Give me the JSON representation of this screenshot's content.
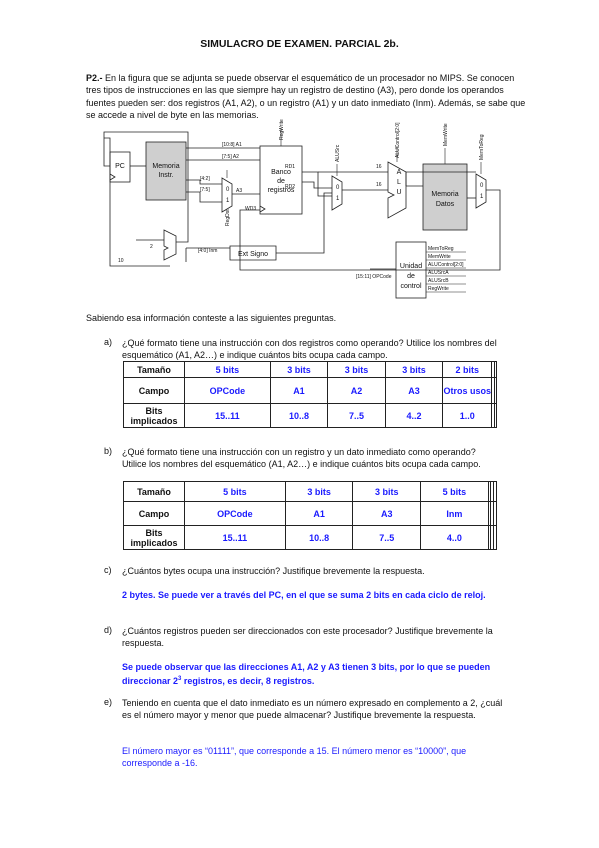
{
  "title": "SIMULACRO DE EXAMEN. PARCIAL 2b.",
  "problem": {
    "label": "P2.-",
    "text": "En la figura que se adjunta se puede observar el esquemático de un procesador no MIPS. Se conocen tres tipos de instrucciones en las que siempre hay un registro de destino (A3), pero donde los operandos fuentes pueden ser: dos registros (A1, A2), o un registro (A1) y un dato inmediato (Inm). Además, se sabe que se accede a nivel de byte en las memorias."
  },
  "diagram": {
    "pc": "PC",
    "mem_instr_1": "Memoria",
    "mem_instr_2": "Instr.",
    "banco_1": "Banco",
    "banco_2": "de",
    "banco_3": "registros",
    "alu_a": "A",
    "alu_l": "L",
    "alu_u": "U",
    "mem_datos_1": "Memoria",
    "mem_datos_2": "Datos",
    "ext_signo": "Ext Signo",
    "unidad_1": "Unidad",
    "unidad_2": "de",
    "unidad_3": "control",
    "mux0": "0",
    "mux1": "1",
    "sig_a1": "[10:8] A1",
    "sig_a2": "[7:5] A2",
    "sig_42": "[4:2]",
    "sig_75": "[7:5]",
    "sig_a3": "A3",
    "sig_rd1": "RD1",
    "sig_rd2": "RD2",
    "sig_wd3": "WD3",
    "sig_inm": "[4:0] Inm",
    "sig_opcode": "[15:11] OPCode",
    "sig_regwrite": "RegWrite",
    "sig_regdst": "RegDst",
    "sig_alusrc": "ALUSrc",
    "sig_alucontrol": "ALUControl[2:0]",
    "sig_memwrite": "MemWrite",
    "sig_memtoreg": "MemToReg",
    "sig_2": "2",
    "sig_10": "10",
    "sig_16": "16",
    "ctrl_outputs": [
      "MemToReg",
      "MemWrite",
      "ALUControl[2:0]",
      "ALUSrcA",
      "ALUSrcB",
      "RegWrite"
    ]
  },
  "intro": "Sabiendo esa información conteste a las siguientes preguntas.",
  "q_a": {
    "letter": "a)",
    "text": "¿Qué formato tiene una instrucción con dos registros como operando? Utilice los nombres del esquemático (A1, A2…) e indique cuántos bits ocupa cada campo.",
    "table": {
      "headers": [
        "Tamaño",
        "Campo",
        "Bits implicados"
      ],
      "tamano": [
        "5 bits",
        "3 bits",
        "3 bits",
        "3 bits",
        "2 bits",
        "",
        ""
      ],
      "campo": [
        "OPCode",
        "A1",
        "A2",
        "A3",
        "Otros usos",
        "",
        ""
      ],
      "bits": [
        "15..11",
        "10..8",
        "7..5",
        "4..2",
        "1..0",
        "",
        ""
      ]
    }
  },
  "q_b": {
    "letter": "b)",
    "text": "¿Qué formato tiene una instrucción con un registro y un dato inmediato como operando? Utilice los nombres del esquemático (A1, A2…) e indique cuántos bits ocupa cada campo.",
    "table": {
      "headers": [
        "Tamaño",
        "Campo",
        "Bits implicados"
      ],
      "tamano": [
        "5 bits",
        "3 bits",
        "3 bits",
        "5 bits",
        "",
        "",
        ""
      ],
      "campo": [
        "OPCode",
        "A1",
        "A3",
        "Inm",
        "",
        "",
        ""
      ],
      "bits": [
        "15..11",
        "10..8",
        "7..5",
        "4..0",
        "",
        "",
        ""
      ]
    }
  },
  "q_c": {
    "letter": "c)",
    "text": "¿Cuántos bytes ocupa una instrucción? Justifique brevemente la respuesta.",
    "answer": "2 bytes. Se puede ver a través del PC, en el que se suma 2 bits en cada ciclo de reloj."
  },
  "q_d": {
    "letter": "d)",
    "text": "¿Cuántos registros pueden ser direccionados con este procesador? Justifique brevemente la respuesta.",
    "answer_pre": "Se puede observar que las direcciones A1, A2 y A3 tienen 3 bits, por lo que se pueden direccionar 2",
    "answer_sup": "3",
    "answer_post": " registros, es decir, 8 registros."
  },
  "q_e": {
    "letter": "e)",
    "text": "Teniendo en cuenta que el dato inmediato es un número expresado en complemento a 2, ¿cuál es el número mayor y menor que puede almacenar? Justifique brevemente la respuesta.",
    "answer": "El número mayor es “01111”, que corresponde a 15. El número menor es “10000”, que corresponde a -16."
  }
}
